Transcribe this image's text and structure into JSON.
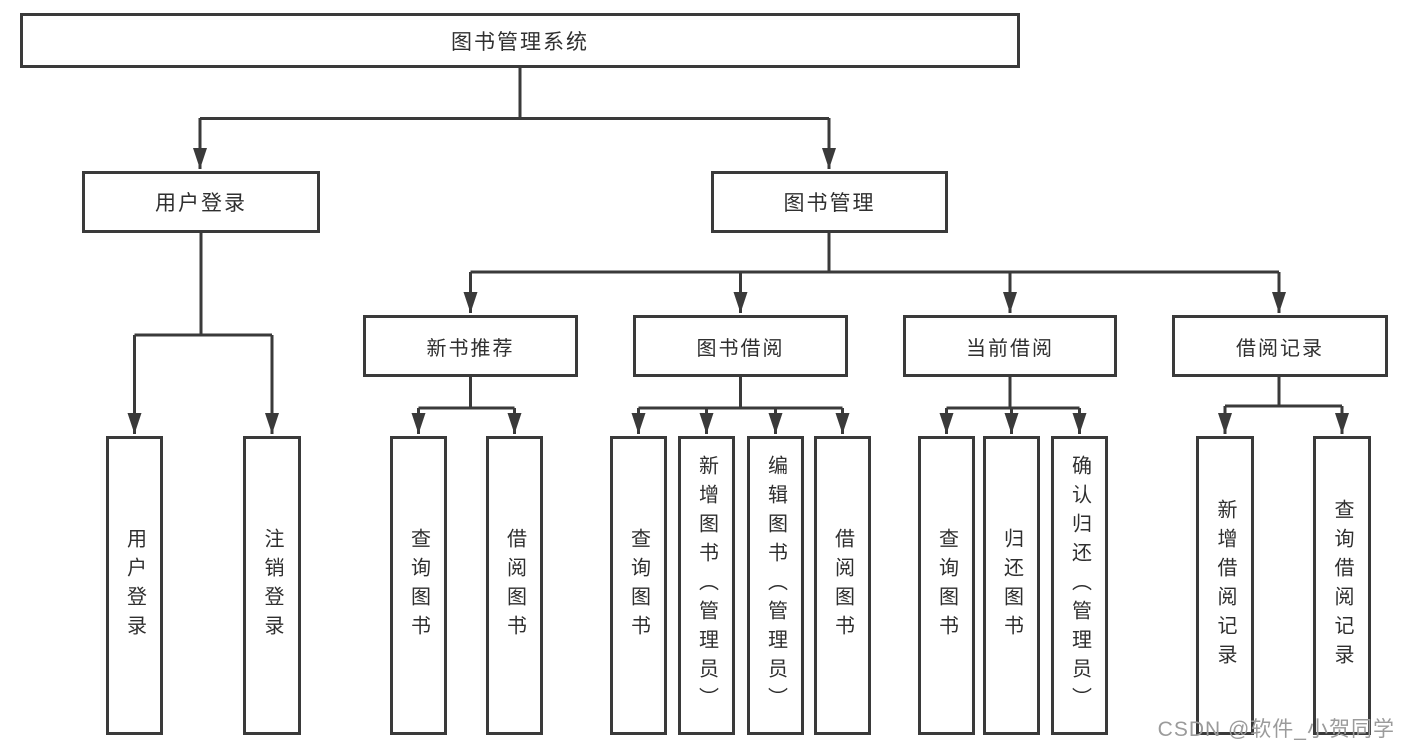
{
  "nodes": {
    "root": {
      "label": "图书管理系统"
    },
    "branches": [
      {
        "label": "用户登录"
      },
      {
        "label": "图书管理"
      }
    ],
    "sections": [
      {
        "label": "新书推荐"
      },
      {
        "label": "图书借阅"
      },
      {
        "label": "当前借阅"
      },
      {
        "label": "借阅记录"
      }
    ],
    "leaves": [
      {
        "label": "用户登录"
      },
      {
        "label": "注销登录"
      },
      {
        "label": "查询图书"
      },
      {
        "label": "借阅图书"
      },
      {
        "label": "查询图书"
      },
      {
        "label": "新增图书（管理员）"
      },
      {
        "label": "编辑图书（管理员）"
      },
      {
        "label": "借阅图书"
      },
      {
        "label": "查询图书"
      },
      {
        "label": "归还图书"
      },
      {
        "label": "确认归还（管理员）"
      },
      {
        "label": "新增借阅记录"
      },
      {
        "label": "查询借阅记录"
      }
    ]
  },
  "watermark": {
    "text": "CSDN @软件_小贺同学"
  },
  "colors": {
    "line": "#3a3a3a",
    "text": "#2f2f2f",
    "watermark": "#9b9b9b",
    "background": "#ffffff"
  }
}
